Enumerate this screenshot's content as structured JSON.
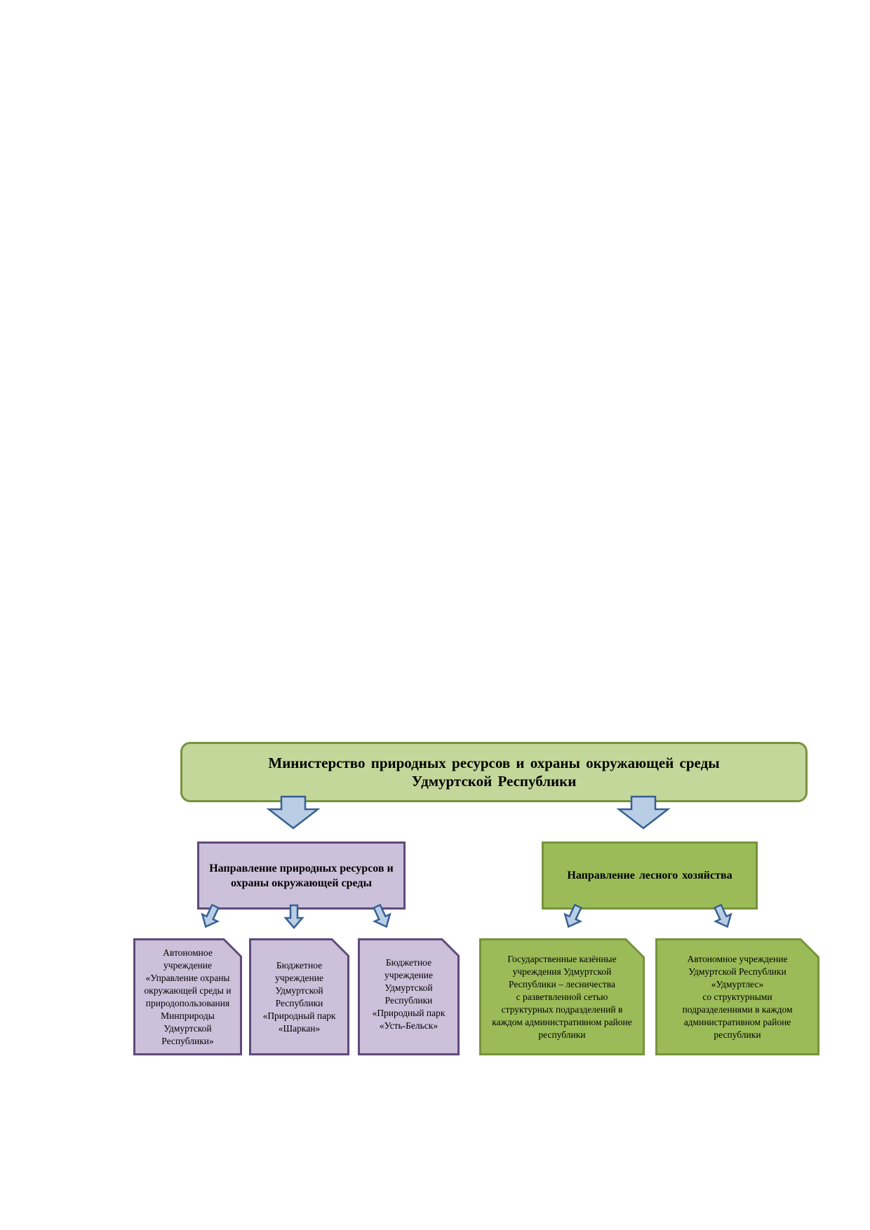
{
  "diagram": {
    "ministry": {
      "title": "Министерство природных ресурсов и охраны окружающей среды\nУдмуртской Республики"
    },
    "branches": {
      "nature": "Направление природных ресурсов и\nохраны окружающей среды",
      "forest": "Направление лесного хозяйства"
    },
    "institutions": {
      "au_management": "Автономное\nучреждение\n«Управление охраны\nокружающей среды и\nприродопользования\nМинприроды\nУдмуртской\nРеспублики»",
      "bu_sharkan": "Бюджетное\nучреждение\nУдмуртской\nРеспублики\n«Природный парк\n«Шаркан»",
      "bu_ust_belsk": "Бюджетное\nучреждение\nУдмуртской\nРеспублики\n«Природный парк\n«Усть-Бельск»",
      "gku_forestry": "Государственные казённые\nучреждения Удмуртской\nРеспублики – лесничества\nс разветвленной сетью\nструктурных подразделений в\nкаждом административном районе\nреспублики",
      "au_udmurtles": "Автономное учреждение\nУдмуртской Республики\n«Удмуртлес»\nсо структурными\nподразделениями в каждом\nадминистративном районе\nреспублики"
    },
    "colors": {
      "ministry_fill": "#c4d79b",
      "green_border": "#77933c",
      "purple_fill": "#ccc0da",
      "purple_border": "#604a7b",
      "forest_fill": "#9bbb59",
      "arrow_fill": "#b9cde5",
      "arrow_border": "#376092"
    }
  }
}
